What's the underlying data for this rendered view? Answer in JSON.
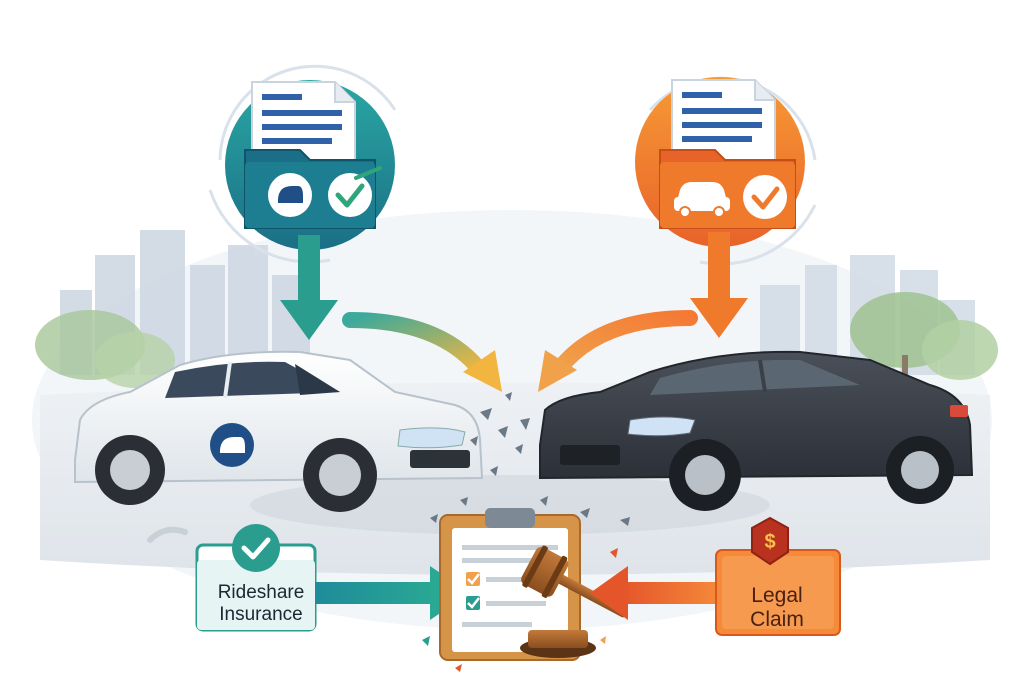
{
  "labels": {
    "rideshare_line1": "Rideshare",
    "rideshare_line2": "Insurance",
    "legal_line1": "Legal",
    "legal_line2": "Claim"
  },
  "colors": {
    "teal": "#1f8f9a",
    "teal_dark": "#17707a",
    "orange": "#f07a2c",
    "orange_dark": "#d9591c",
    "navy": "#1f4f86",
    "white_car": "#f4f6f8",
    "dark_car": "#3b4048"
  },
  "icons": {
    "left_folder": "folder-with-document-icon",
    "right_folder": "folder-with-document-icon",
    "left_badge": "car-icon",
    "right_badge": "dollar-shield-icon",
    "clipboard": "checklist-clipboard-icon",
    "gavel": "gavel-icon"
  }
}
